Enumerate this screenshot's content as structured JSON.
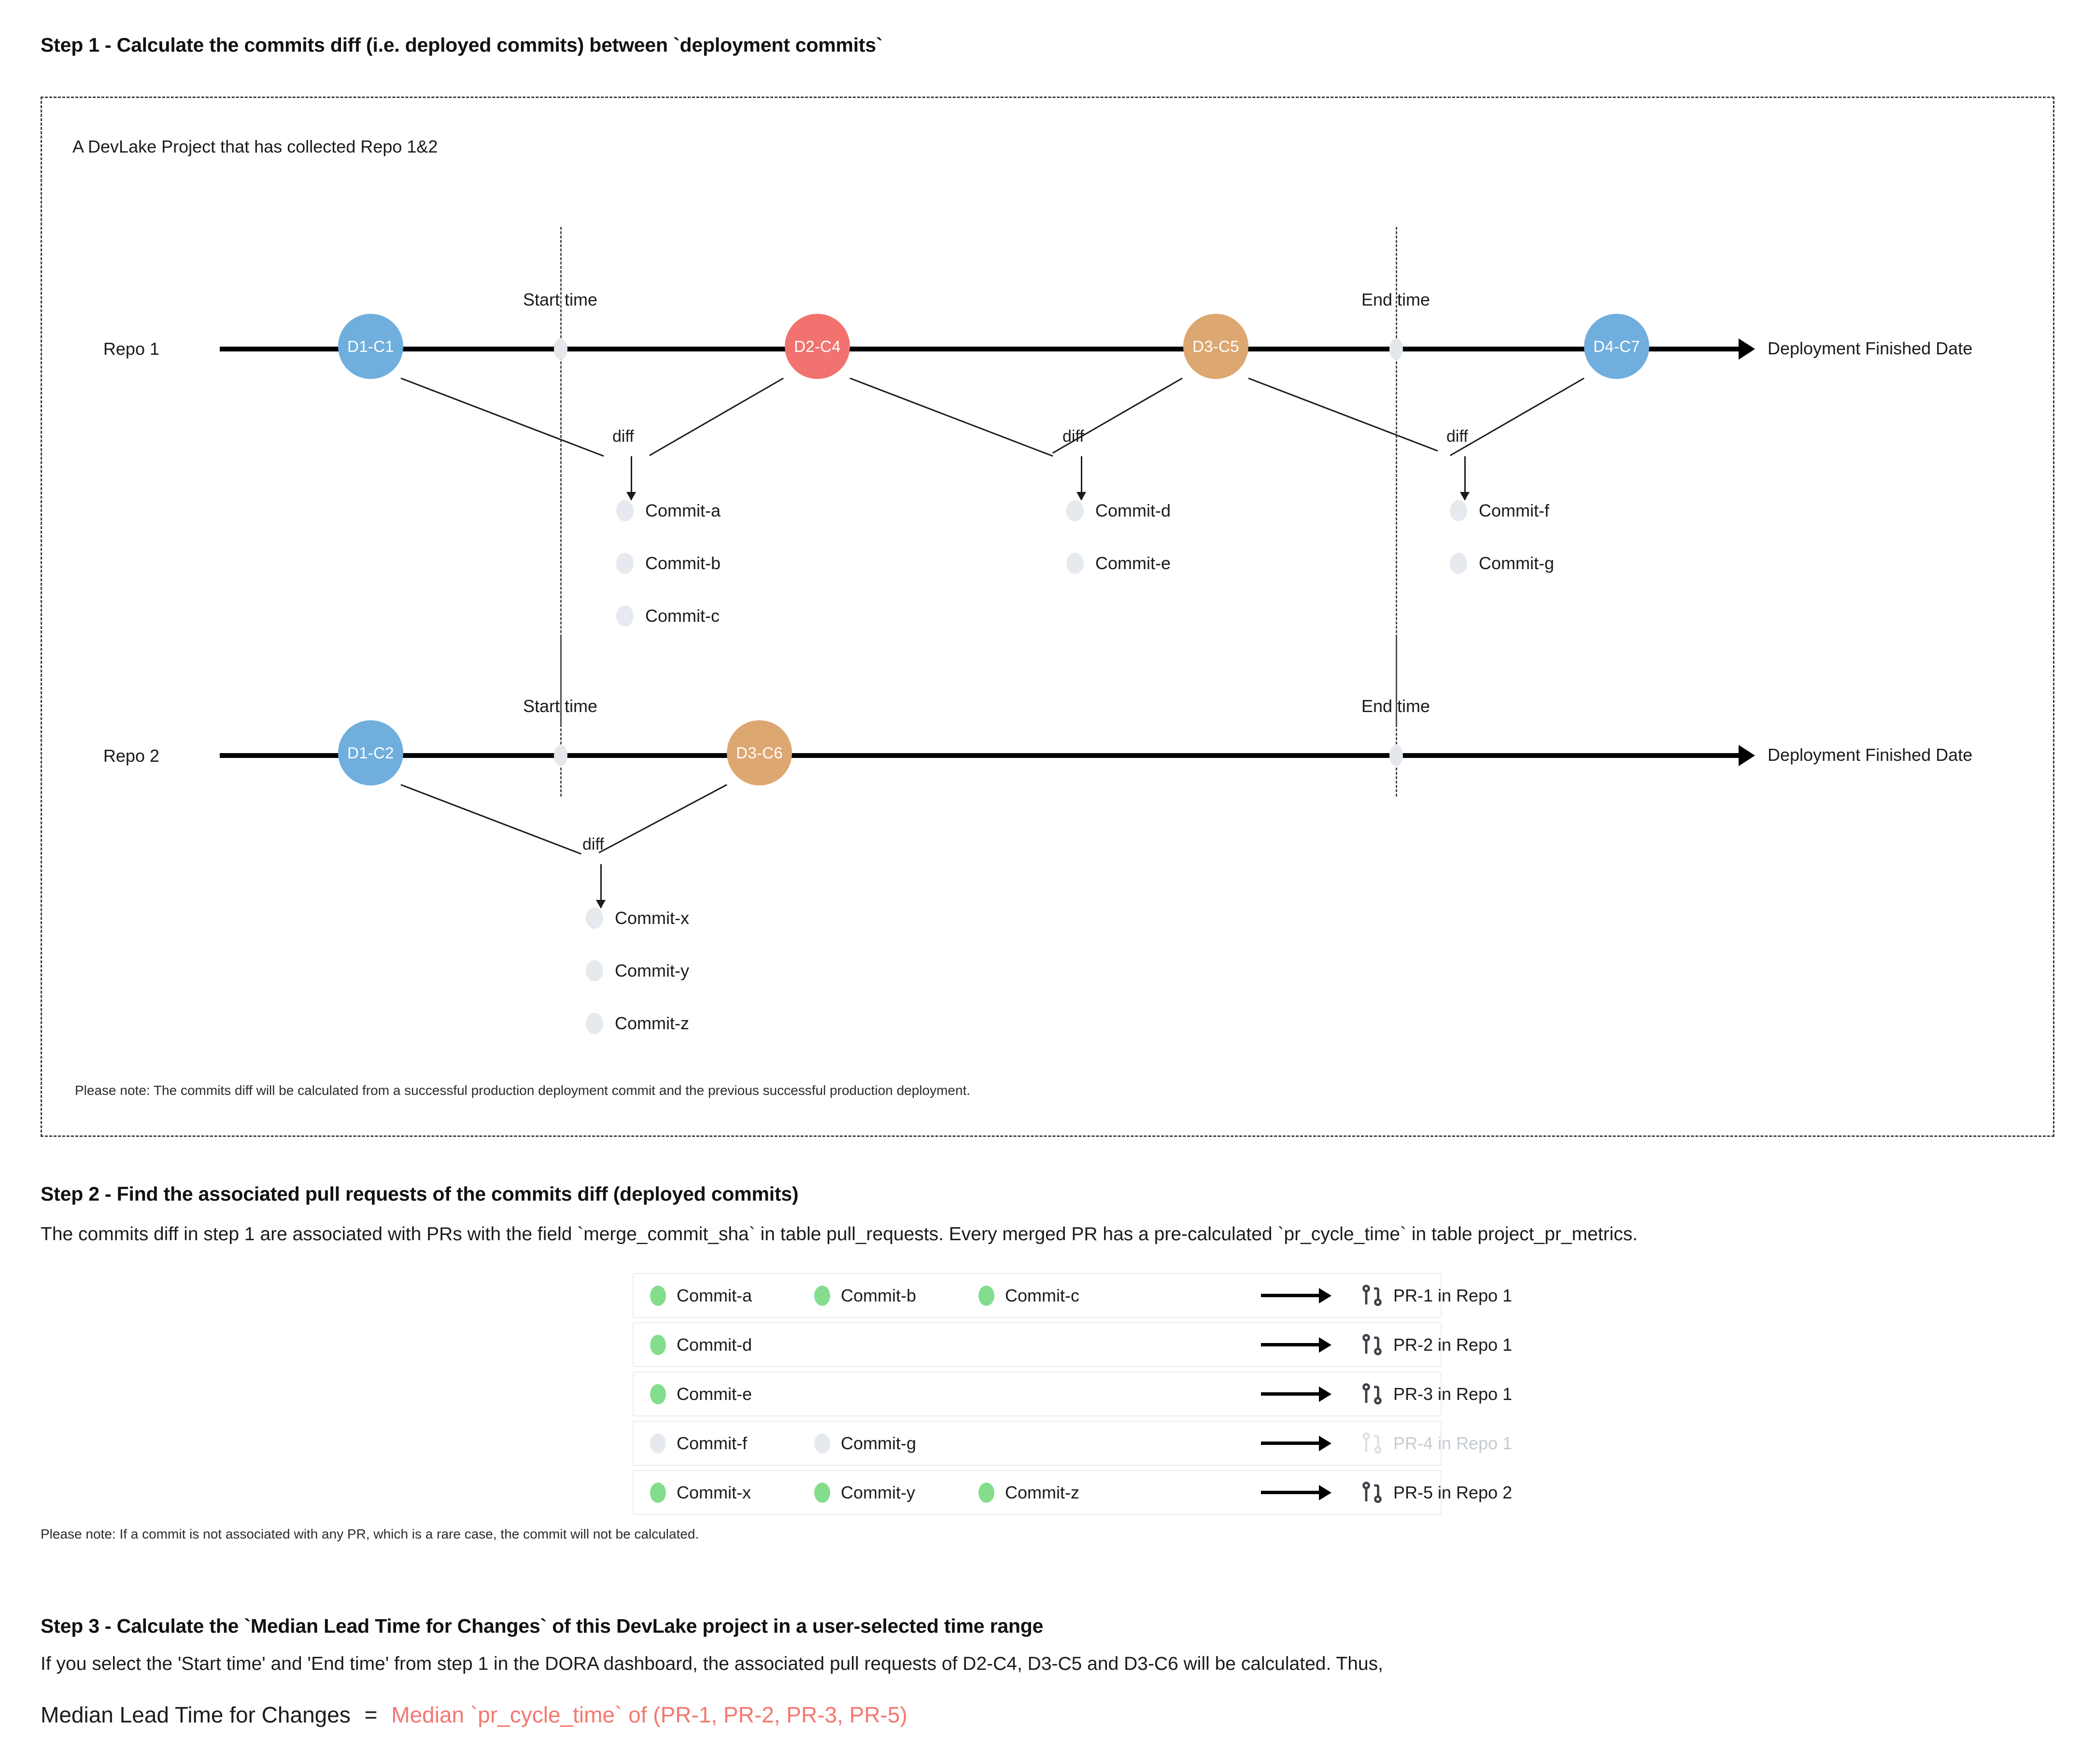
{
  "colors": {
    "blue": "#70aedd",
    "red": "#f2726f",
    "tan": "#dda771",
    "green": "#84dd8d",
    "grey_dot": "#e6eaee",
    "accent_text": "#f3786f"
  },
  "step1": {
    "title": "Step 1 - Calculate the commits diff (i.e. deployed commits) between `deployment commits`",
    "box_caption": "A DevLake Project that has collected Repo 1&2",
    "note": "Please note: The commits diff will be calculated from a successful production deployment commit and the previous successful production deployment.",
    "repo1": {
      "label": "Repo 1",
      "axis_end_label": "Deployment Finished Date",
      "start_marker_label": "Start time",
      "end_marker_label": "End time",
      "nodes": [
        {
          "label": "D1-C1",
          "color": "blue"
        },
        {
          "label": "D2-C4",
          "color": "red"
        },
        {
          "label": "D3-C5",
          "color": "tan"
        },
        {
          "label": "D4-C7",
          "color": "blue"
        }
      ],
      "diff_groups": [
        {
          "label": "diff",
          "commits": [
            "Commit-a",
            "Commit-b",
            "Commit-c"
          ]
        },
        {
          "label": "diff",
          "commits": [
            "Commit-d",
            "Commit-e"
          ]
        },
        {
          "label": "diff",
          "commits": [
            "Commit-f",
            "Commit-g"
          ]
        }
      ]
    },
    "repo2": {
      "label": "Repo 2",
      "axis_end_label": "Deployment Finished Date",
      "start_marker_label": "Start time",
      "end_marker_label": "End time",
      "nodes": [
        {
          "label": "D1-C2",
          "color": "blue"
        },
        {
          "label": "D3-C6",
          "color": "tan"
        }
      ],
      "diff_groups": [
        {
          "label": "diff",
          "commits": [
            "Commit-x",
            "Commit-y",
            "Commit-z"
          ]
        }
      ]
    }
  },
  "step2": {
    "title": "Step 2 - Find the associated pull requests of the commits diff (deployed commits)",
    "description": "The commits diff in step 1 are associated with PRs with the field `merge_commit_sha` in table pull_requests. Every merged PR has a pre-calculated `pr_cycle_time` in table project_pr_metrics.",
    "note": "Please note: If a commit is not associated with any PR, which is a rare case, the commit will not be calculated.",
    "rows": [
      {
        "commits": [
          "Commit-a",
          "Commit-b",
          "Commit-c"
        ],
        "pr": "PR-1 in Repo 1",
        "dim": false
      },
      {
        "commits": [
          "Commit-d"
        ],
        "pr": "PR-2 in Repo 1",
        "dim": false
      },
      {
        "commits": [
          "Commit-e"
        ],
        "pr": "PR-3 in Repo 1",
        "dim": false
      },
      {
        "commits": [
          "Commit-f",
          "Commit-g"
        ],
        "pr": "PR-4 in Repo 1",
        "dim": true
      },
      {
        "commits": [
          "Commit-x",
          "Commit-y",
          "Commit-z"
        ],
        "pr": "PR-5 in Repo 2",
        "dim": false
      }
    ]
  },
  "step3": {
    "title": "Step 3 - Calculate the `Median Lead Time for Changes` of this DevLake project in a user-selected time range",
    "description": "If you select the 'Start time' and 'End time' from step 1 in the DORA dashboard, the associated pull requests of D2-C4, D3-C5 and D3-C6 will be calculated. Thus,",
    "formula_left": "Median Lead Time for Changes",
    "formula_eq": "=",
    "formula_right": "Median `pr_cycle_time` of (PR-1, PR-2, PR-3, PR-5)"
  }
}
